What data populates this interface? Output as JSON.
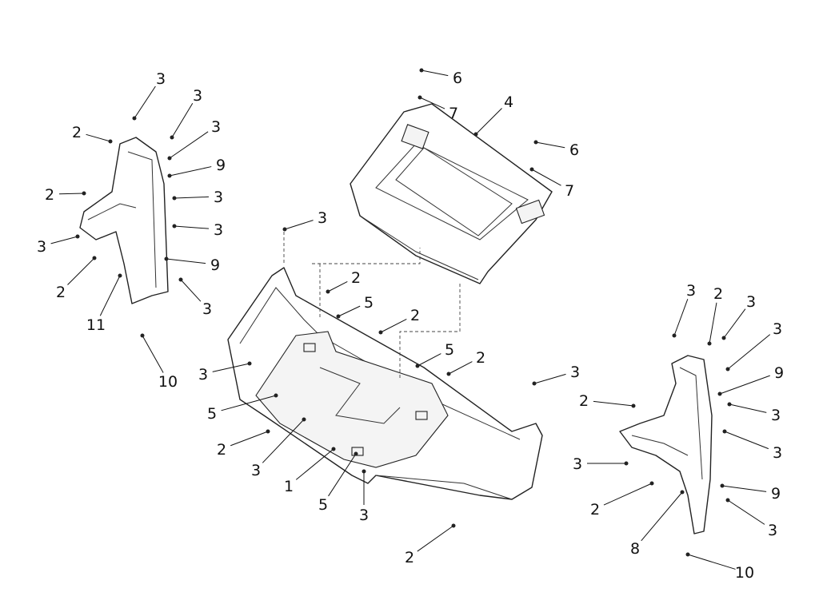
{
  "diagram": {
    "callouts": [
      "3",
      "3",
      "3",
      "2",
      "9",
      "2",
      "3",
      "3",
      "3",
      "9",
      "2",
      "3",
      "11",
      "10",
      "6",
      "7",
      "4",
      "6",
      "7",
      "3",
      "2",
      "5",
      "2",
      "5",
      "2",
      "3",
      "3",
      "5",
      "2",
      "3",
      "1",
      "5",
      "3",
      "2",
      "3",
      "2",
      "3",
      "3",
      "9",
      "2",
      "3",
      "3",
      "3",
      "9",
      "2",
      "3",
      "8",
      "10"
    ]
  }
}
